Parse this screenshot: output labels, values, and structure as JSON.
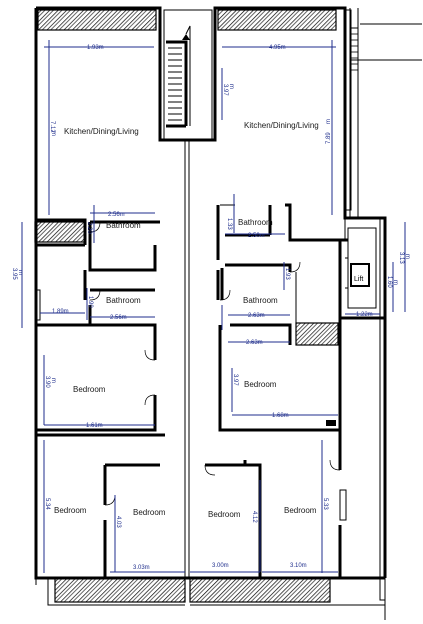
{
  "rooms": {
    "kitchen_left": "Kitchen/Dining/Living",
    "kitchen_right": "Kitchen/Dining/Living",
    "bathroom_left_upper": "Bathroom",
    "bathroom_left_lower": "Bathroom",
    "bathroom_right_upper": "Bathroom",
    "bathroom_right_lower": "Bathroom",
    "bedroom_left_mid": "Bedroom",
    "bedroom_right_mid": "Bedroom",
    "bedroom_left_bottom_outer": "Bedroom",
    "bedroom_left_bottom_inner": "Bedroom",
    "bedroom_right_bottom_inner": "Bedroom",
    "bedroom_right_bottom_outer": "Bedroom",
    "lift": "Lift"
  },
  "dimensions": {
    "d_193": "1.93m",
    "d_495": "4.95m",
    "d_712": "7.12",
    "d_397a": "3.97",
    "d_789": "7.89",
    "d_256a": "2.56m",
    "d_220": "2.20",
    "d_250": "2.50m",
    "d_133": "1.33",
    "d_395": "3.95",
    "d_313": "3.13",
    "d_189": "1.89m",
    "d_190": "1.90",
    "d_256b": "2.56m",
    "d_263a": "2.63m",
    "d_193b": "1.93",
    "d_160": "1.60",
    "d_122": "1.22m",
    "d_263b": "2.63m",
    "d_390": "3.90",
    "d_397b": "3.97",
    "d_161": "1.61m",
    "d_168": "1.68m",
    "d_534": "5.34",
    "d_403": "4.03",
    "d_412": "4.12",
    "d_533": "5.33",
    "d_303": "3.03m",
    "d_300": "3.00m",
    "d_310": "3.10m"
  },
  "units": {
    "m1": "m",
    "m2": "m",
    "m3": "m",
    "m4": "m",
    "m5": "m",
    "m6": "m",
    "m7": "m"
  }
}
